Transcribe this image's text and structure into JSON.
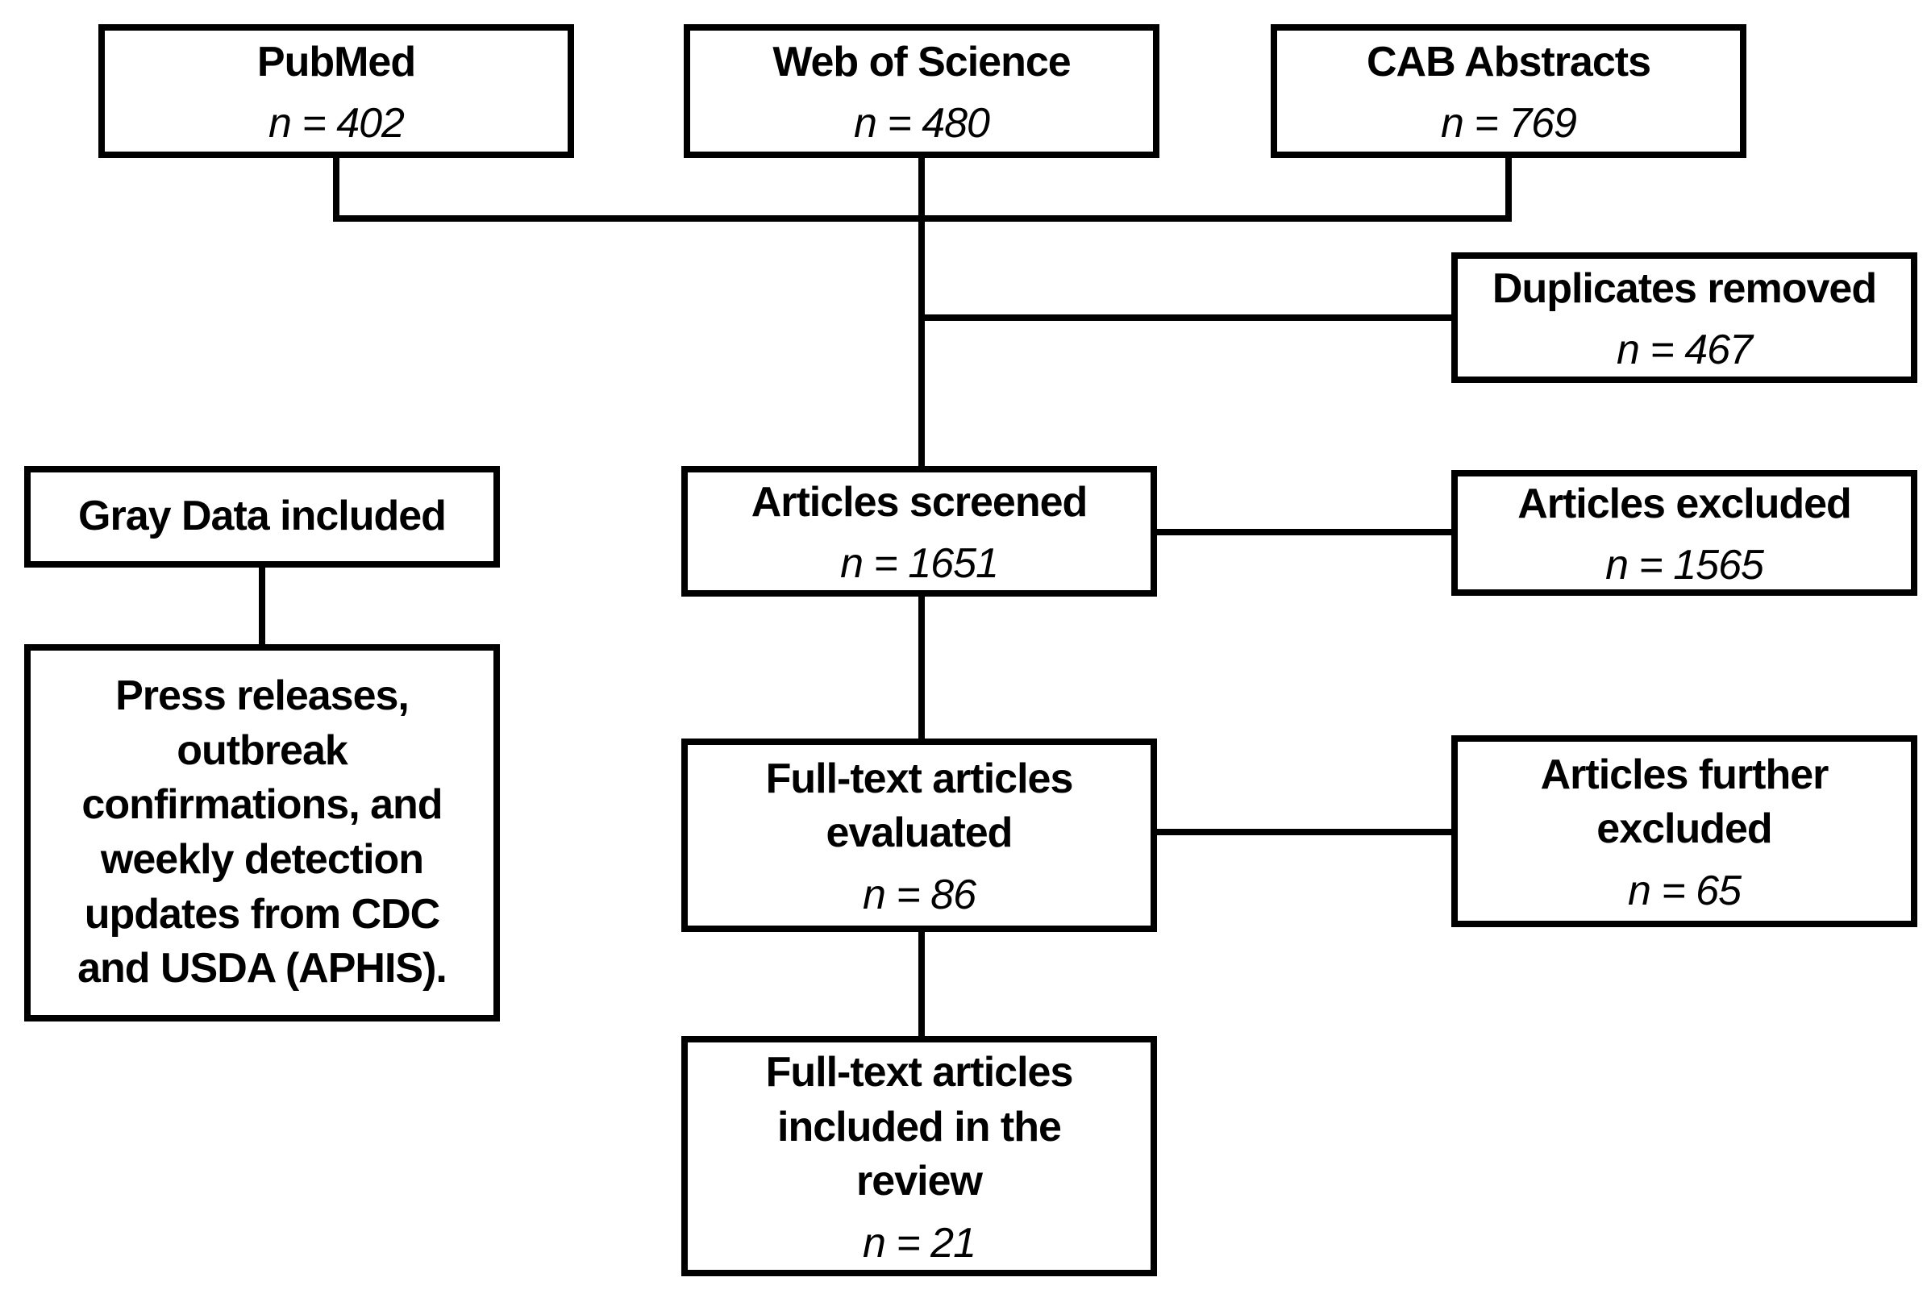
{
  "diagram_type": "flowchart",
  "colors": {
    "background": "#ffffff",
    "box_border": "#000000",
    "line": "#000000",
    "text": "#000000"
  },
  "boxes": {
    "pubmed": {
      "label": "PubMed",
      "n": "n = 402"
    },
    "web_of_science": {
      "label": "Web of Science",
      "n": "n = 480"
    },
    "cab_abstracts": {
      "label": "CAB Abstracts",
      "n": "n = 769"
    },
    "duplicates_removed": {
      "label": "Duplicates removed",
      "n": "n = 467"
    },
    "gray_data_included": {
      "label": "Gray Data included"
    },
    "articles_screened": {
      "label": "Articles screened",
      "n": "n = 1651"
    },
    "articles_excluded": {
      "label": "Articles excluded",
      "n": "n = 1565"
    },
    "gray_data_detail": {
      "label": "Press releases,\noutbreak\nconfirmations, and\nweekly detection\nupdates from CDC\nand USDA (APHIS)."
    },
    "fulltext_evaluated": {
      "label": "Full-text articles\nevaluated",
      "n": "n = 86"
    },
    "articles_further_excluded": {
      "label": "Articles further\nexcluded",
      "n": "n = 65"
    },
    "fulltext_included": {
      "label": "Full-text articles\nincluded in the\nreview",
      "n": "n = 21"
    }
  }
}
